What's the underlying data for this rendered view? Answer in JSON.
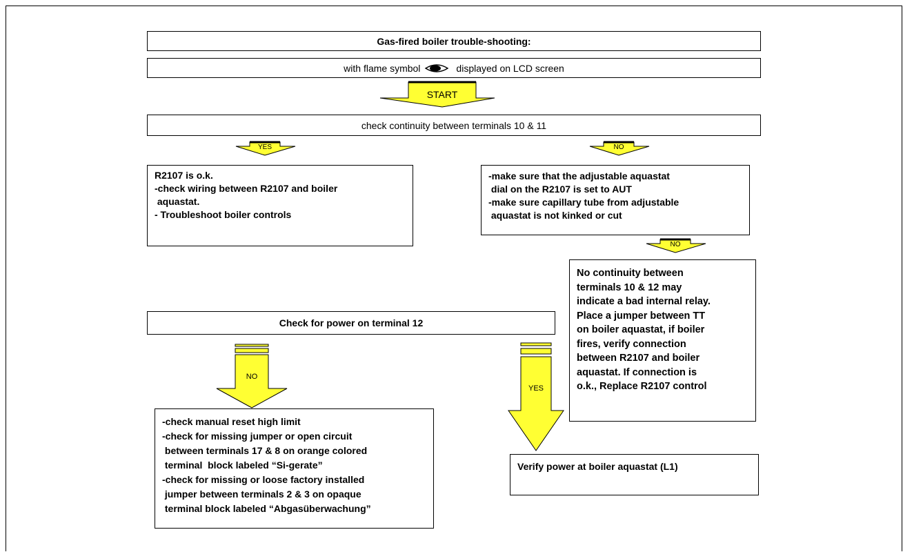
{
  "header": {
    "title": "Gas-fired boiler trouble-shooting:",
    "subtitle_pre": "with flame symbol",
    "subtitle_post": "displayed on LCD screen"
  },
  "start_label": "START",
  "continuity_check": "check continuity between terminals 10 & 11",
  "yes_label": "YES",
  "no_label": "NO",
  "yes_box": {
    "lines": [
      "R2107 is o.k.",
      "-check wiring between R2107 and boiler",
      " aquastat.",
      "- Troubleshoot boiler controls"
    ]
  },
  "no_box": {
    "lines": [
      "-make sure that the adjustable aquastat",
      " dial on the R2107 is set to AUT",
      "-make sure capillary tube from adjustable",
      " aquastat is not kinked or cut"
    ]
  },
  "relay_box": {
    "lines": [
      "No continuity between",
      "terminals 10 & 12 may",
      "indicate a bad internal relay.",
      "Place a jumper between TT",
      "on boiler aquastat, if boiler",
      "fires, verify connection",
      "between R2107 and boiler",
      "aquastat. If connection is",
      "o.k., Replace R2107 control"
    ]
  },
  "power_check": "Check for power on terminal 12",
  "bottom_left_box": {
    "lines": [
      "-check manual reset high limit",
      "-check for missing jumper or open circuit",
      " between terminals 17 & 8 on orange colored",
      " terminal  block labeled “Si-gerate”",
      "-check for missing or loose factory installed",
      " jumper between terminals 2 & 3 on opaque",
      " terminal block labeled “Abgasüberwachung”"
    ]
  },
  "verify_box": "Verify power at boiler aquastat (L1)",
  "colors": {
    "arrow_fill": "#ffff33",
    "arrow_stroke": "#000000",
    "border": "#000000"
  }
}
